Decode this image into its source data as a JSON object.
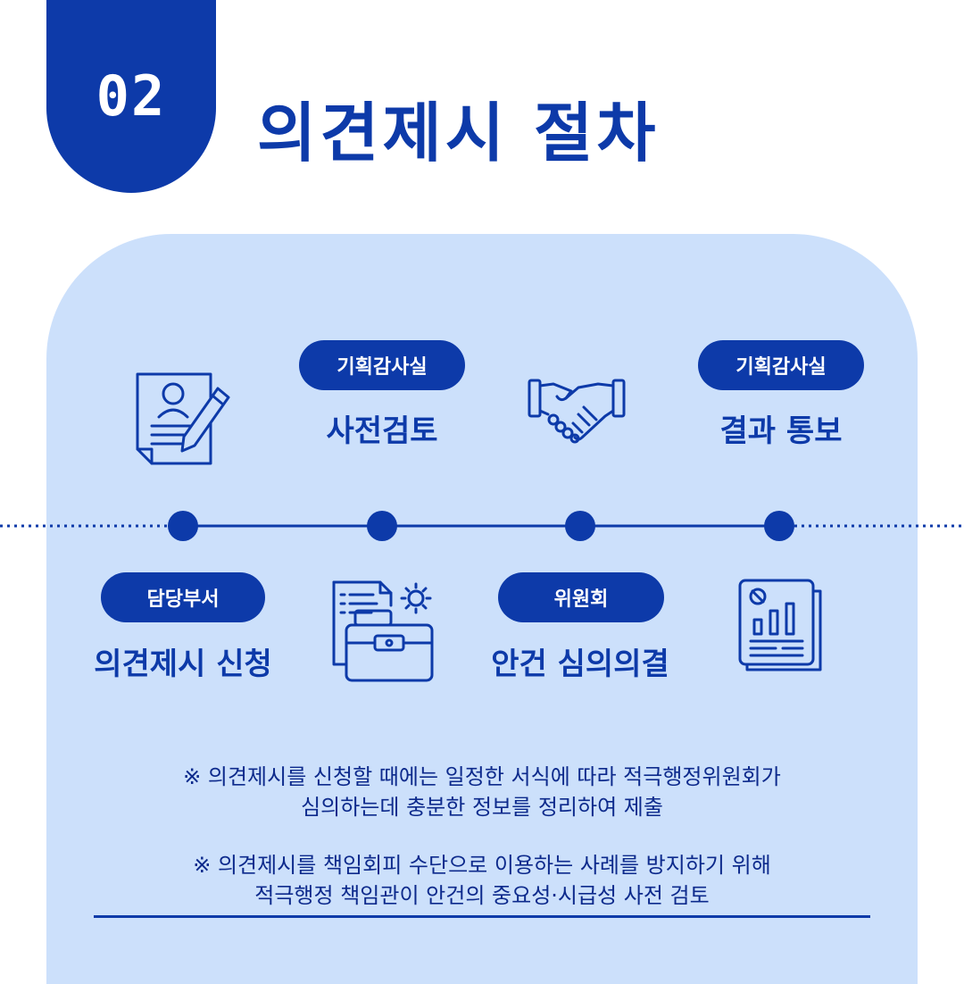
{
  "header": {
    "number": "02",
    "title": "의견제시 절차"
  },
  "steps": [
    {
      "dept": "담당부서",
      "label": "의견제시 신청",
      "icon": "document-pen-icon"
    },
    {
      "dept": "기획감사실",
      "label": "사전검토",
      "icon": "briefcase-gear-icon"
    },
    {
      "dept": "위원회",
      "label": "안건 심의의결",
      "icon": "handshake-icon"
    },
    {
      "dept": "기획감사실",
      "label": "결과 통보",
      "icon": "report-chart-icon"
    }
  ],
  "notes": [
    {
      "line1": "※ 의견제시를 신청할 때에는 일정한 서식에 따라 적극행정위원회가",
      "line2": "심의하는데 충분한 정보를 정리하여 제출"
    },
    {
      "line1": "※ 의견제시를 책임회피 수단으로 이용하는 사례를 방지하기 위해",
      "line2": "적극행정 책임관이 안건의 중요성·시급성 사전 검토"
    }
  ],
  "colors": {
    "primary": "#0d3aa9",
    "panel": "#cce0fb",
    "background": "#ffffff"
  }
}
